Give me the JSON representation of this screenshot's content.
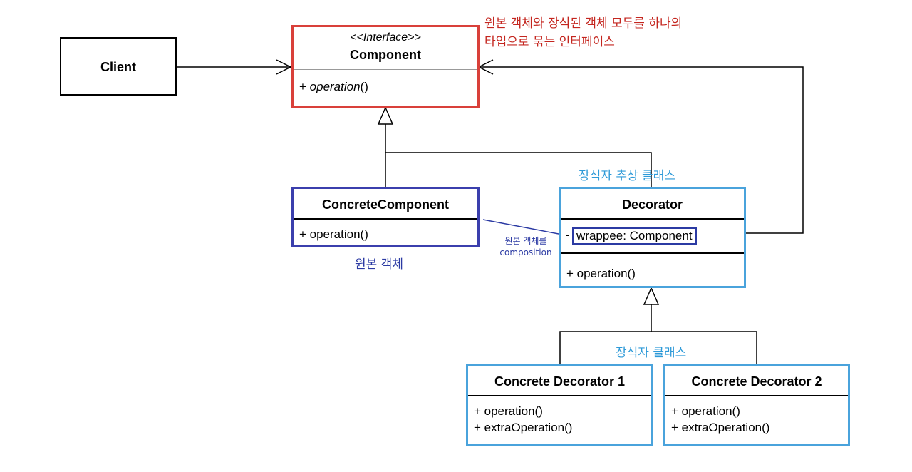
{
  "client": {
    "name": "Client"
  },
  "component": {
    "stereotype": "<<Interface>>",
    "name": "Component",
    "method_prefix": "+ ",
    "method_name": "operation",
    "method_suffix": "()"
  },
  "concrete_component": {
    "name": "ConcreteComponent",
    "method": "+ operation()",
    "caption": "원본 객체"
  },
  "decorator": {
    "name": "Decorator",
    "field_prefix": "-",
    "field": "wrappee: Component",
    "method": "+ operation()",
    "caption": "장식자 추상 클래스"
  },
  "concrete_decorator_1": {
    "name": "Concrete Decorator 1",
    "method1": "+ operation()",
    "method2": "+ extraOperation()"
  },
  "concrete_decorator_2": {
    "name": "Concrete Decorator 2",
    "method1": "+ operation()",
    "method2": "+ extraOperation()"
  },
  "notes": {
    "interface_line1": "원본 객체와 장식된 객체 모두를 하나의",
    "interface_line2": "타입으로 묶는 인터페이스",
    "composition_line1": "원본 객체를",
    "composition_line2": "composition",
    "decorator_classes": "장식자 클래스"
  },
  "colors": {
    "interface_border": "#d9403a",
    "concrete_border": "#3b3fad",
    "decorator_border": "#4aa3dc",
    "note_red": "#c4261f",
    "note_blue": "#2e9ad8",
    "note_navy": "#2b3aa3"
  }
}
